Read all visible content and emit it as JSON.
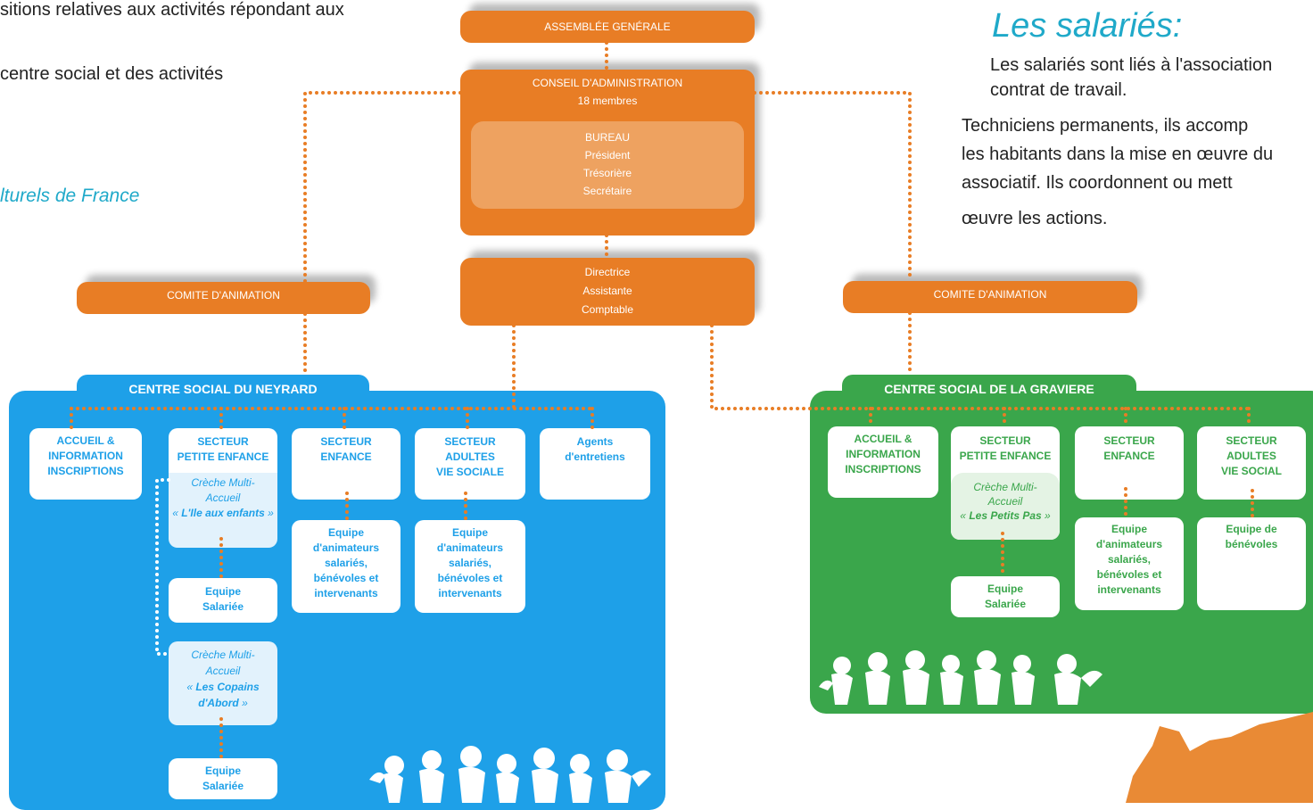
{
  "intro": {
    "line1": "sitions relatives aux activités répondant aux",
    "line2": "centre social et des activités",
    "line3": "lturels de France"
  },
  "employees": {
    "title": "Les salariés:",
    "p1_l1": "Les salariés sont liés à l'association",
    "p1_l2": "contrat de travail.",
    "p2_l1": "Techniciens permanents, ils accomp",
    "p2_l2": "les habitants dans la mise en œuvre du",
    "p2_l3": "associatif. Ils coordonnent ou mett",
    "p2_l4": "œuvre les actions."
  },
  "governance": {
    "ag": "ASSEMBLÉE GENÉRALE",
    "ca_title": "CONSEIL D'ADMINISTRATION",
    "ca_members": "18 membres",
    "bureau": [
      "BUREAU",
      "Président",
      "Trésorière",
      "Secrétaire"
    ],
    "direction": [
      "Directrice",
      "Assistante",
      "Comptable"
    ],
    "comite_left": "COMITE D'ANIMATION",
    "comite_right": "COMITE D'ANIMATION"
  },
  "neyrard": {
    "title": "CENTRE SOCIAL DU NEYRARD",
    "accueil": [
      "ACCUEIL &",
      "INFORMATION",
      "INSCRIPTIONS"
    ],
    "petite_enfance": [
      "SECTEUR",
      "PETITE ENFANCE"
    ],
    "creche1": [
      "Crèche Multi-",
      "Accueil",
      "« ",
      "L'Ile aux enfants",
      " »"
    ],
    "equipe1": [
      "Equipe",
      "Salariée"
    ],
    "creche2": [
      "Crèche Multi-",
      "Accueil",
      "« ",
      "Les Copains",
      "d'Abord",
      " »"
    ],
    "equipe2": [
      "Equipe",
      "Salariée"
    ],
    "enfance": [
      "SECTEUR",
      "ENFANCE"
    ],
    "enfance_equipe": [
      "Equipe",
      "d'animateurs",
      "salariés,",
      "bénévoles et",
      "intervenants"
    ],
    "adultes": [
      "SECTEUR",
      "ADULTES",
      "VIE SOCIALE"
    ],
    "adultes_equipe": [
      "Equipe",
      "d'animateurs",
      "salariés,",
      "bénévoles et",
      "intervenants"
    ],
    "agents": [
      "Agents",
      "d'entretiens"
    ]
  },
  "graviere": {
    "title": "CENTRE SOCIAL DE LA GRAVIERE",
    "accueil": [
      "ACCUEIL &",
      "INFORMATION",
      "INSCRIPTIONS"
    ],
    "petite_enfance": [
      "SECTEUR",
      "PETITE ENFANCE"
    ],
    "creche": [
      "Crèche Multi-",
      "Accueil",
      "« ",
      "Les Petits Pas",
      " »"
    ],
    "equipe": [
      "Equipe",
      "Salariée"
    ],
    "enfance": [
      "SECTEUR",
      "ENFANCE"
    ],
    "enfance_equipe": [
      "Equipe",
      "d'animateurs",
      "salariés,",
      "bénévoles et",
      "intervenants"
    ],
    "adultes": [
      "SECTEUR",
      "ADULTES",
      "VIE SOCIAL"
    ],
    "adultes_equipe": [
      "Equipe de",
      "bénévoles"
    ]
  },
  "colors": {
    "orange": "#e87d25",
    "blue": "#1ea0e8",
    "green": "#3aa64b",
    "teal_text": "#1fa9c9"
  }
}
